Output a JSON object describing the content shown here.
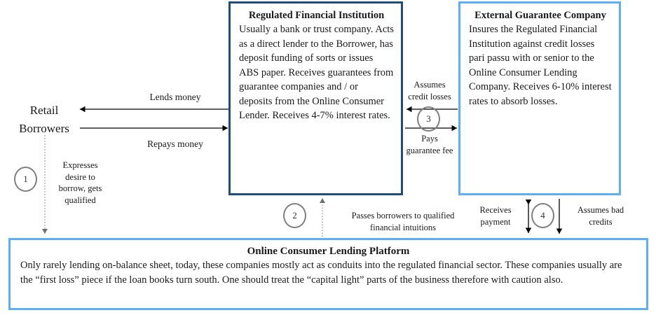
{
  "diagram": {
    "title": "Online consumer lending structure with regulated financial institution and external guarantee company",
    "colors": {
      "navy_border": "#1F4E79",
      "light_blue_border": "#5CAEF5",
      "circle_stroke": "#7f7f7f",
      "arrow_stroke": "#000000",
      "background": "#ffffff"
    }
  },
  "boxes": {
    "regulated_financial_institution": {
      "title": "Regulated Financial Institution",
      "body": "Usually a bank or trust company. Acts as a direct lender to the Borrower, has deposit funding of sorts or issues ABS paper. Receives guarantees from guarantee companies and / or deposits from the Online Consumer Lender. Receives 4-7% interest rates.",
      "border_color": "#1F4E79"
    },
    "external_guarantee_company": {
      "title": "External Guarantee Company",
      "body": "Insures the Regulated Financial Institution against credit losses pari passu with or senior to the Online Consumer Lending Company. Receives 6-10% interest rates to absorb losses.",
      "border_color": "#5CAEF5"
    },
    "online_consumer_lending_platform": {
      "title": "Online Consumer Lending Platform",
      "body": "Only rarely lending on-balance sheet, today, these companies mostly act as conduits into the regulated financial sector. These companies usually are the “first loss” piece if the loan books turn south. One should treat the “capital light” parts of the business therefore with caution also.",
      "border_color": "#5CAEF5"
    }
  },
  "nodes": {
    "retail_borrowers": "Retail\nBorrowers"
  },
  "edge_labels": {
    "lends_money": "Lends money",
    "repays_money": "Repays money",
    "expresses_desire": "Expresses\ndesire to\nborrow, gets\nqualified",
    "assumes_credit_losses": "Assumes\ncredit losses",
    "pays_guarantee_fee": "Pays\nguarantee fee",
    "passes_borrowers": "Passes borrowers to qualified\nfinancial intuitions",
    "receives_payment": "Receives\npayment",
    "assumes_bad_credits": "Assumes bad\ncredits"
  },
  "step_markers": [
    {
      "id": "1",
      "label": "1"
    },
    {
      "id": "2",
      "label": "2"
    },
    {
      "id": "3",
      "label": "3"
    },
    {
      "id": "4",
      "label": "4"
    }
  ]
}
